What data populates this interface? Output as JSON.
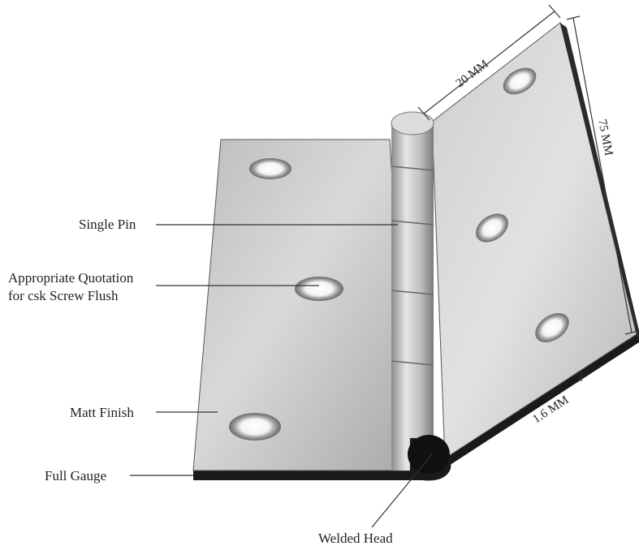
{
  "callouts": {
    "single_pin": "Single Pin",
    "quotation_line1": "Appropriate Quotation",
    "quotation_line2": "for csk Screw Flush",
    "matt_finish": "Matt Finish",
    "full_gauge": "Full Gauge",
    "welded_head": "Welded Head"
  },
  "dimensions": {
    "width": "20 MM",
    "height": "75 MM",
    "thickness": "1.6 MM"
  },
  "colors": {
    "leaf_light": "#d6d6d6",
    "leaf_dark": "#9a9a9a",
    "edge": "#1a1a1a",
    "line": "#333333"
  }
}
